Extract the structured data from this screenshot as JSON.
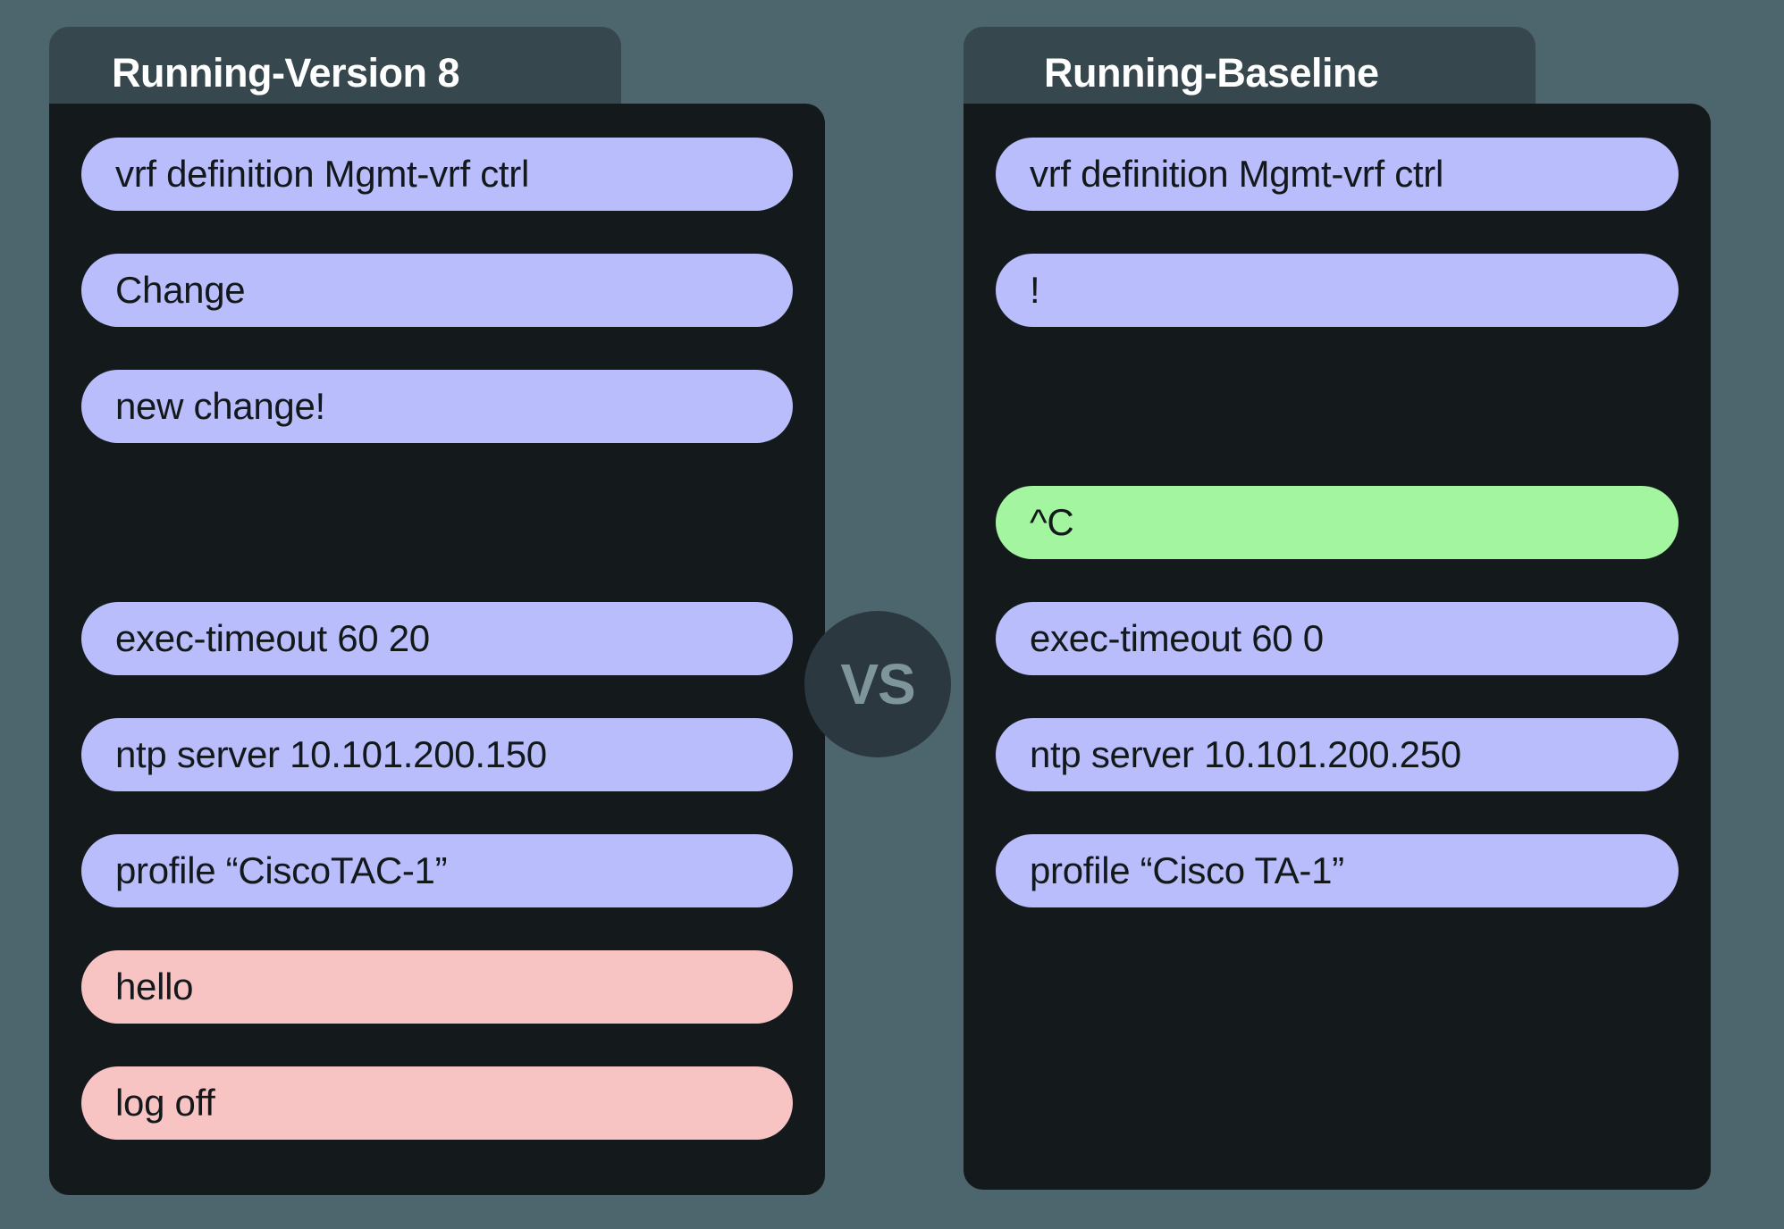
{
  "background_color": "#4d666d",
  "panel_background_color": "#14191c",
  "tab_background_color": "#36474d",
  "chip_colors": {
    "unchanged": "#b9bdfb",
    "removed": "#f8c3c3",
    "added": "#a3f5a0"
  },
  "comparison": {
    "separator_label": "VS",
    "separator_color": "#2b383f",
    "left": {
      "title": "Running-Version 8",
      "rows": [
        {
          "text": "vrf definition Mgmt-vrf ctrl",
          "kind": "purple"
        },
        {
          "text": "Change",
          "kind": "purple"
        },
        {
          "text": "new change!",
          "kind": "purple"
        },
        {
          "text": "",
          "kind": "blank"
        },
        {
          "text": "exec-timeout 60 20",
          "kind": "purple"
        },
        {
          "text": "ntp server 10.101.200.150",
          "kind": "purple"
        },
        {
          "text": "profile “CiscoTAC-1”",
          "kind": "purple"
        },
        {
          "text": "hello",
          "kind": "pink"
        },
        {
          "text": "log off",
          "kind": "pink"
        }
      ]
    },
    "right": {
      "title": "Running-Baseline",
      "rows": [
        {
          "text": "vrf definition Mgmt-vrf ctrl",
          "kind": "purple"
        },
        {
          "text": "!",
          "kind": "purple"
        },
        {
          "text": "",
          "kind": "blank"
        },
        {
          "text": "^C",
          "kind": "green"
        },
        {
          "text": "exec-timeout 60 0",
          "kind": "purple"
        },
        {
          "text": "ntp server 10.101.200.250",
          "kind": "purple"
        },
        {
          "text": "profile “Cisco TA-1”",
          "kind": "purple"
        },
        {
          "text": "",
          "kind": "blank"
        },
        {
          "text": "",
          "kind": "blank"
        }
      ]
    }
  }
}
